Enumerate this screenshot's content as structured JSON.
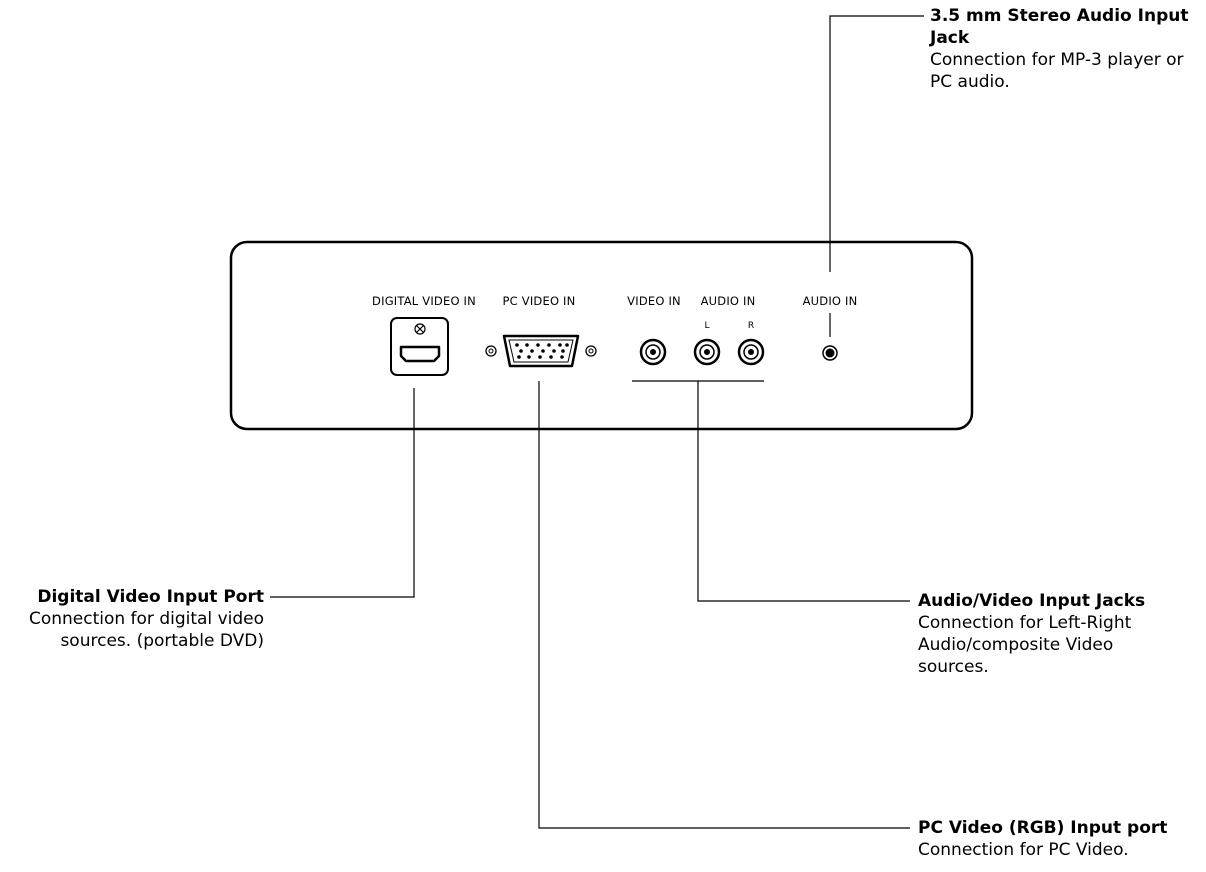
{
  "panel": {
    "labels": {
      "digital_video_in": "DIGITAL VIDEO IN",
      "pc_video_in": "PC VIDEO IN",
      "video_in": "VIDEO IN",
      "audio_in_rca": "AUDIO IN",
      "left": "L",
      "right": "R",
      "audio_in_jack": "AUDIO IN"
    }
  },
  "callouts": {
    "stereo_jack": {
      "title": "3.5 mm Stereo Audio Input Jack",
      "desc": "Connection for MP-3 player or PC audio."
    },
    "digital_video": {
      "title": "Digital Video Input Port",
      "desc": "Connection for digital video sources. (portable DVD)"
    },
    "av_jacks": {
      "title": "Audio/Video Input Jacks",
      "desc": "Connection for Left-Right Audio/composite Video sources."
    },
    "pc_video": {
      "title": "PC Video (RGB) Input port",
      "desc": "Connection for PC Video."
    }
  }
}
